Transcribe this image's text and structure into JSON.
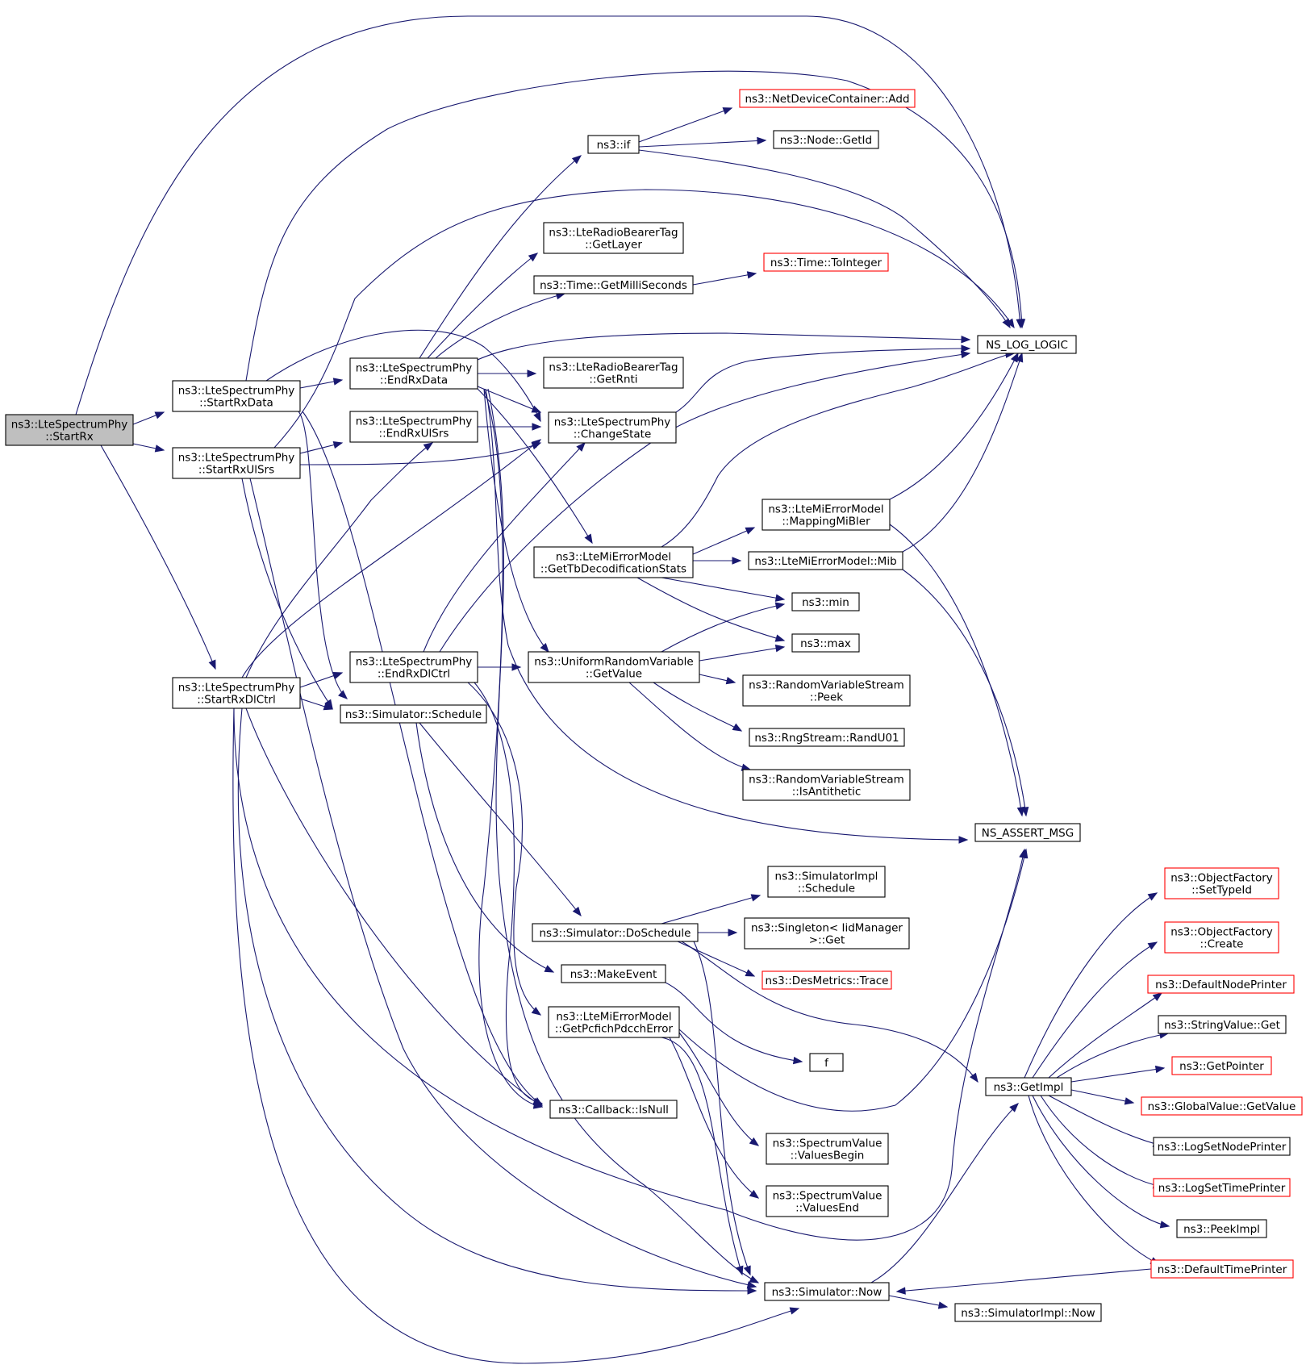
{
  "colors": {
    "edge": "#191970",
    "node_border": "#000000",
    "node_border_external": "#ff0000",
    "root_fill": "#bfbfbf",
    "node_fill": "#ffffff"
  },
  "nodes": {
    "startRx": [
      "ns3::LteSpectrumPhy",
      "::StartRx"
    ],
    "startRxData": [
      "ns3::LteSpectrumPhy",
      "::StartRxData"
    ],
    "startRxUlSrs": [
      "ns3::LteSpectrumPhy",
      "::StartRxUlSrs"
    ],
    "startRxDlCtrl": [
      "ns3::LteSpectrumPhy",
      "::StartRxDlCtrl"
    ],
    "endRxData": [
      "ns3::LteSpectrumPhy",
      "::EndRxData"
    ],
    "endRxUlSrs": [
      "ns3::LteSpectrumPhy",
      "::EndRxUlSrs"
    ],
    "endRxDlCtrl": [
      "ns3::LteSpectrumPhy",
      "::EndRxDlCtrl"
    ],
    "changeState": [
      "ns3::LteSpectrumPhy",
      "::ChangeState"
    ],
    "simSchedule": [
      "ns3::Simulator::Schedule"
    ],
    "nsIf": [
      "ns3::if"
    ],
    "netDevAdd": [
      "ns3::NetDeviceContainer::Add"
    ],
    "nodeGetId": [
      "ns3::Node::GetId"
    ],
    "getLayer": [
      "ns3::LteRadioBearerTag",
      "::GetLayer"
    ],
    "getMilli": [
      "ns3::Time::GetMilliSeconds"
    ],
    "toInteger": [
      "ns3::Time::ToInteger"
    ],
    "getRnti": [
      "ns3::LteRadioBearerTag",
      "::GetRnti"
    ],
    "nsLogLogic": [
      "NS_LOG_LOGIC"
    ],
    "getTbStats": [
      "ns3::LteMiErrorModel",
      "::GetTbDecodificationStats"
    ],
    "mappingMiBler": [
      "ns3::LteMiErrorModel",
      "::MappingMiBler"
    ],
    "mib": [
      "ns3::LteMiErrorModel::Mib"
    ],
    "nsMin": [
      "ns3::min"
    ],
    "nsMax": [
      "ns3::max"
    ],
    "uniGetValue": [
      "ns3::UniformRandomVariable",
      "::GetValue"
    ],
    "rvsPeek": [
      "ns3::RandomVariableStream",
      "::Peek"
    ],
    "randU01": [
      "ns3::RngStream::RandU01"
    ],
    "isAntithetic": [
      "ns3::RandomVariableStream",
      "::IsAntithetic"
    ],
    "nsAssertMsg": [
      "NS_ASSERT_MSG"
    ],
    "simImplSchedule": [
      "ns3::SimulatorImpl",
      "::Schedule"
    ],
    "doSchedule": [
      "ns3::Simulator::DoSchedule"
    ],
    "singletonGet": [
      "ns3::Singleton< IidManager",
      ">::Get"
    ],
    "desMetrics": [
      "ns3::DesMetrics::Trace"
    ],
    "makeEvent": [
      "ns3::MakeEvent"
    ],
    "fFunc": [
      "f"
    ],
    "pcfich": [
      "ns3::LteMiErrorModel",
      "::GetPcfichPdcchError"
    ],
    "isNull": [
      "ns3::Callback::IsNull"
    ],
    "valuesBegin": [
      "ns3::SpectrumValue",
      "::ValuesBegin"
    ],
    "valuesEnd": [
      "ns3::SpectrumValue",
      "::ValuesEnd"
    ],
    "simNow": [
      "ns3::Simulator::Now"
    ],
    "simImplNow": [
      "ns3::SimulatorImpl::Now"
    ],
    "getImpl": [
      "ns3::GetImpl"
    ],
    "ofSetTypeId": [
      "ns3::ObjectFactory",
      "::SetTypeId"
    ],
    "ofCreate": [
      "ns3::ObjectFactory",
      "::Create"
    ],
    "defNodePrinter": [
      "ns3::DefaultNodePrinter"
    ],
    "strValueGet": [
      "ns3::StringValue::Get"
    ],
    "getPointer": [
      "ns3::GetPointer"
    ],
    "gvGetValue": [
      "ns3::GlobalValue::GetValue"
    ],
    "logSetNode": [
      "ns3::LogSetNodePrinter"
    ],
    "logSetTime": [
      "ns3::LogSetTimePrinter"
    ],
    "peekImpl": [
      "ns3::PeekImpl"
    ],
    "defTimePrinter": [
      "ns3::DefaultTimePrinter"
    ]
  },
  "root_node": "startRx",
  "external_nodes": [
    "netDevAdd",
    "toInteger",
    "desMetrics",
    "ofSetTypeId",
    "ofCreate",
    "defNodePrinter",
    "getPointer",
    "gvGetValue",
    "logSetTime",
    "defTimePrinter"
  ]
}
